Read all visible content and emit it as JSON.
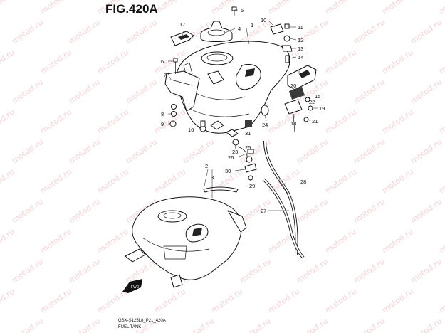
{
  "figure_title": "FIG.420A",
  "watermark_text": "motod.ru",
  "callouts": [
    "1",
    "2",
    "3",
    "4",
    "5",
    "6",
    "7",
    "8",
    "9",
    "10",
    "11",
    "12",
    "13",
    "14",
    "15",
    "16",
    "17",
    "18",
    "19",
    "20",
    "21",
    "22",
    "23",
    "24",
    "25",
    "26",
    "27",
    "28",
    "29",
    "30",
    "31"
  ],
  "caption": {
    "model_code": "GSX-S125L8_P21_420A",
    "name": "FUEL TANK"
  },
  "colors": {
    "line": "#111111",
    "watermark": "#e9b0b0",
    "background": "#ffffff"
  },
  "icons": {
    "front_arrow": "front-direction-arrow-icon"
  }
}
